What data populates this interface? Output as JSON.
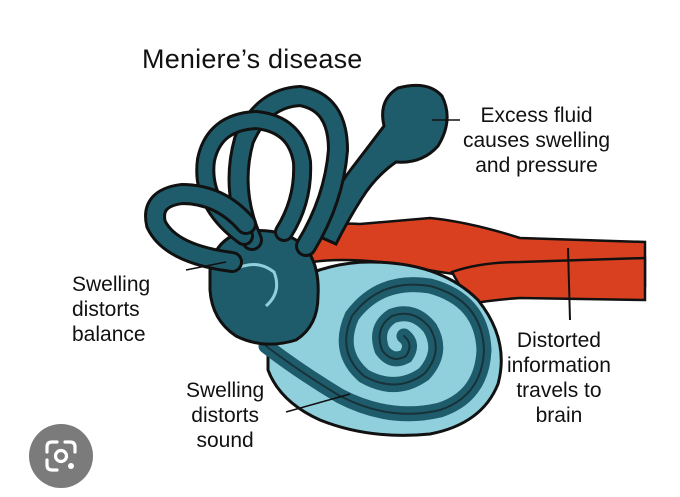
{
  "diagram": {
    "title": "Meniere’s disease",
    "labels": {
      "excess_fluid": [
        "Excess fluid",
        "causes swelling",
        "and pressure"
      ],
      "balance": [
        "Swelling",
        "distorts",
        "balance"
      ],
      "sound": [
        "Swelling",
        "distorts",
        "sound"
      ],
      "brain": [
        "Distorted",
        "information",
        "travels to",
        "brain"
      ]
    }
  },
  "colors": {
    "dark_teal": "#1f5c6b",
    "light_teal": "#8fd0dc",
    "nerve_red": "#d9401f",
    "outline": "#111111"
  },
  "overlay": {
    "icon": "google-lens-icon"
  }
}
